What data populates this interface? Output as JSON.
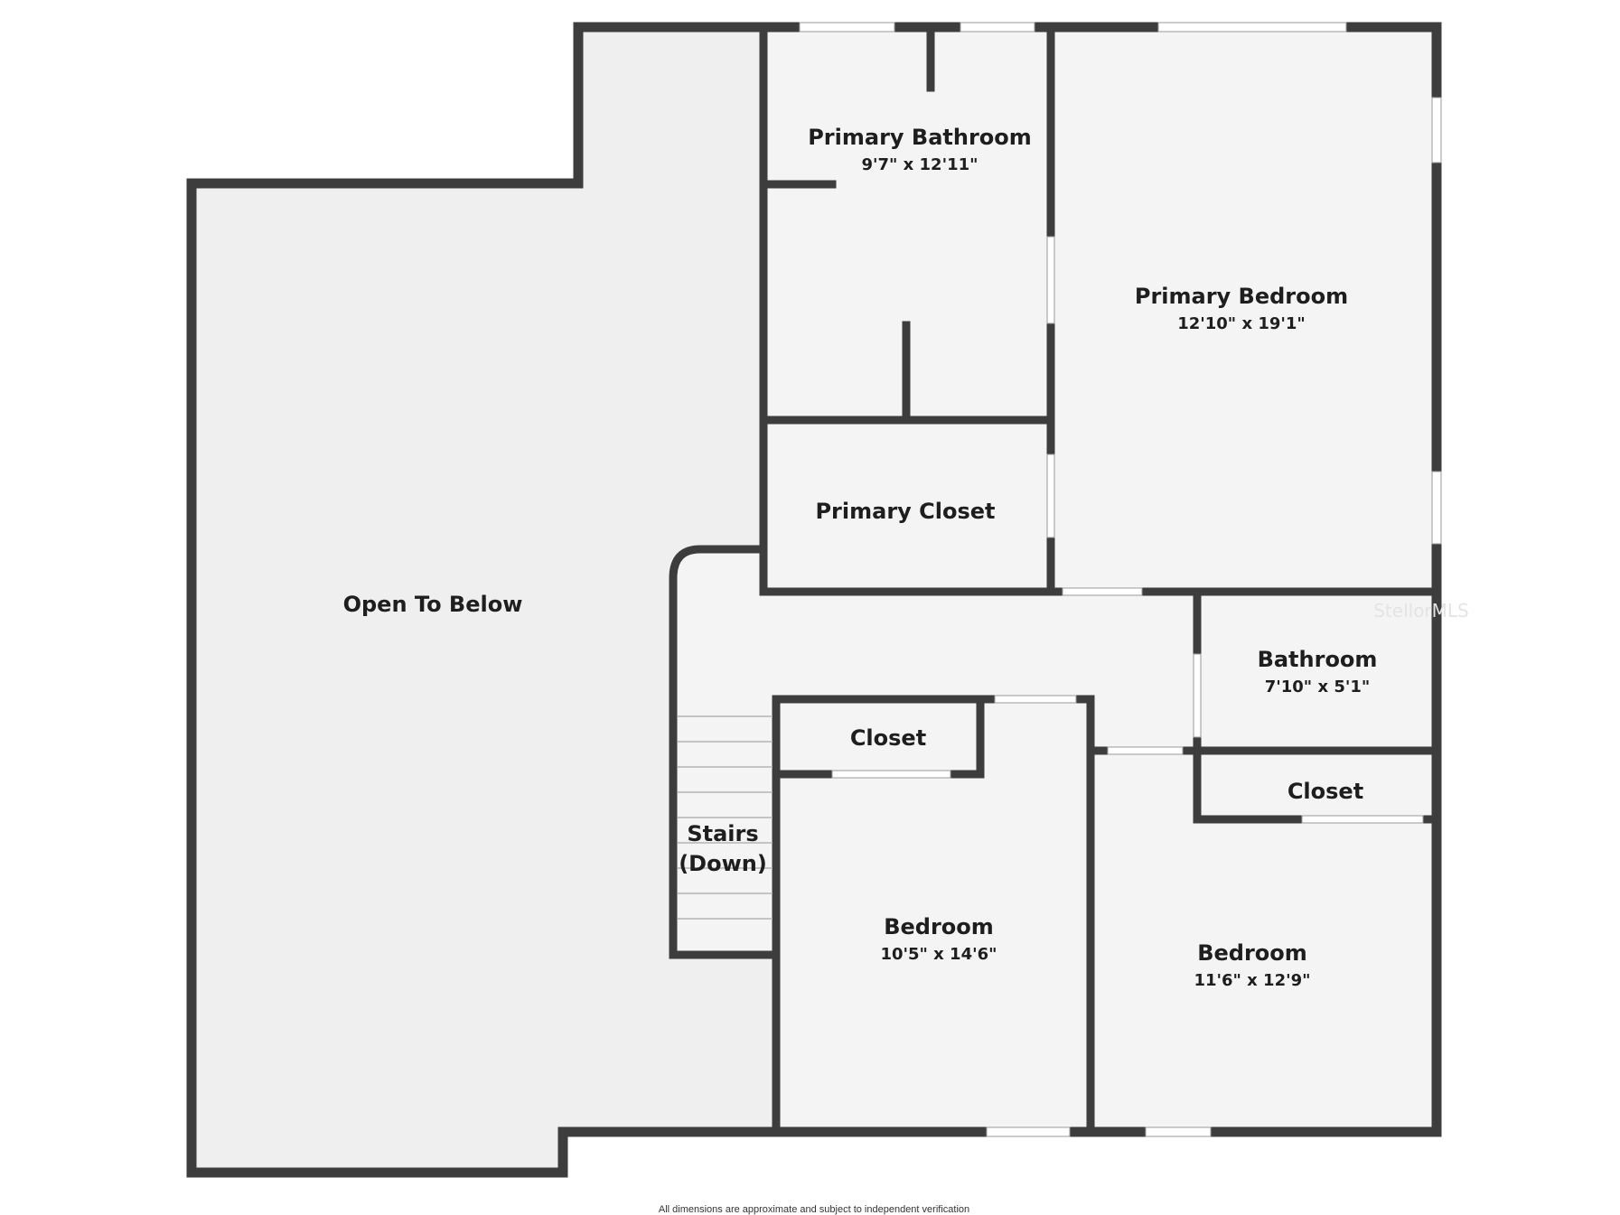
{
  "rooms": {
    "open_to_below": {
      "name": "Open To Below"
    },
    "primary_bathroom": {
      "name": "Primary Bathroom",
      "dims": "9'7\" x 12'11\""
    },
    "primary_bedroom": {
      "name": "Primary Bedroom",
      "dims": "12'10\" x 19'1\""
    },
    "primary_closet": {
      "name": "Primary Closet"
    },
    "bathroom": {
      "name": "Bathroom",
      "dims": "7'10\" x 5'1\""
    },
    "closet_left": {
      "name": "Closet"
    },
    "closet_right": {
      "name": "Closet"
    },
    "stairs": {
      "line1": "Stairs",
      "line2": "(Down)"
    },
    "bedroom_left": {
      "name": "Bedroom",
      "dims": "10'5\" x 14'6\""
    },
    "bedroom_right": {
      "name": "Bedroom",
      "dims": "11'6\" x 12'9\""
    }
  },
  "watermark": "StellorMLS",
  "disclaimer": "All dimensions are approximate and subject to independent verification",
  "colors": {
    "wall": "#3d3d3d",
    "floor_open": "#efefef",
    "floor_room": "#f4f4f4",
    "text": "#1e1e1e"
  }
}
